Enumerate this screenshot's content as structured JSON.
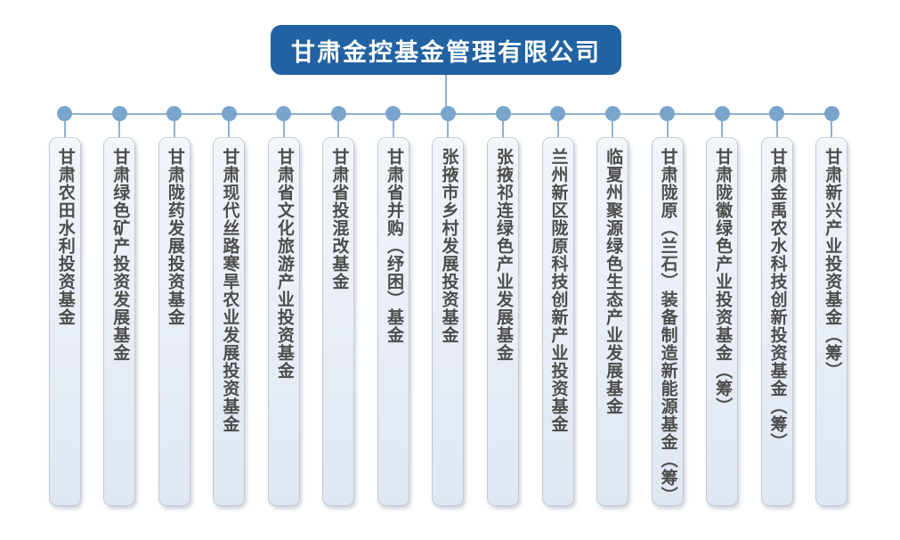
{
  "root": {
    "label": "甘肃金控基金管理有限公司"
  },
  "funds": [
    "甘肃农田水利投资基金",
    "甘肃绿色矿产投资发展基金",
    "甘肃陇药发展投资基金",
    "甘肃现代丝路寒旱农业发展投资基金",
    "甘肃省文化旅游产业投资基金",
    "甘肃省投混改基金",
    "甘肃省并购（纾困）基金",
    "张掖市乡村发展投资基金",
    "张掖祁连绿色产业发展基金",
    "兰州新区陇原科技创新产业投资基金",
    "临夏州聚源绿色生态产业发展基金",
    "甘肃陇原（兰石）装备制造新能源基金（筹）",
    "甘肃陇徽绿色产业投资基金（筹）",
    "甘肃金禹农水科技创新投资基金（筹）",
    "甘肃新兴产业投资基金（筹）"
  ],
  "colors": {
    "root_fill": "#2162a3",
    "root_text": "#ffffff",
    "line": "#8fb0d4",
    "dot": "#79a4cb",
    "box_border": "#c2c9d6",
    "box_top": "#f2f5fa",
    "box_bottom": "#e0e7f2",
    "fund_text": "#4d4d4d"
  }
}
